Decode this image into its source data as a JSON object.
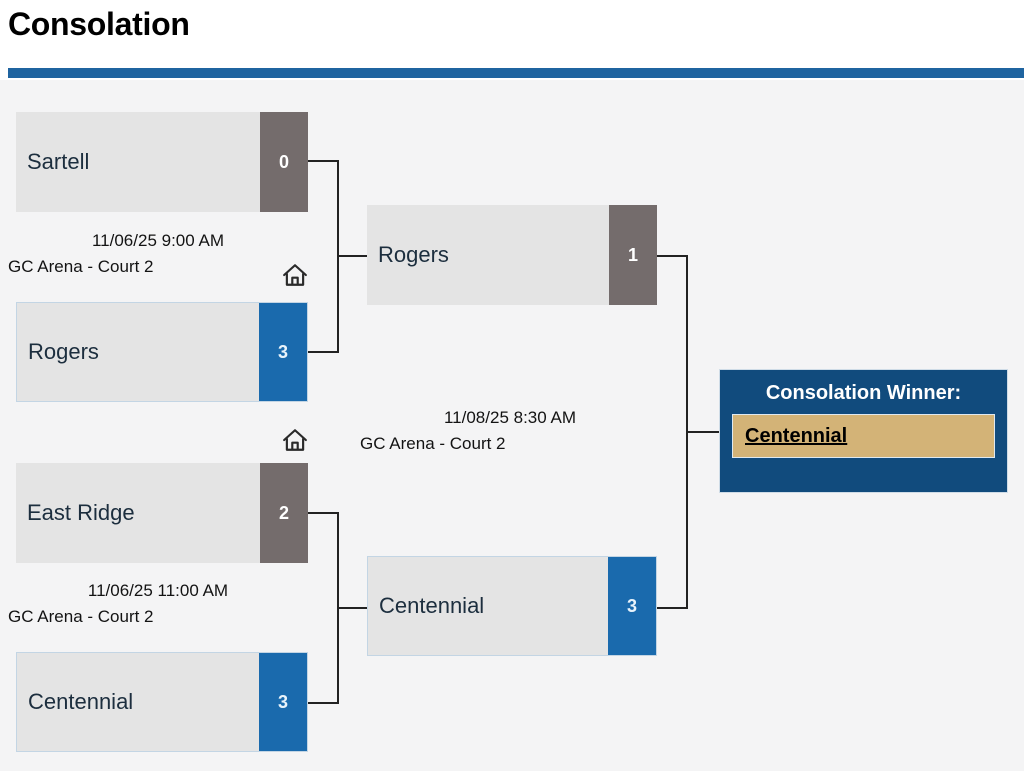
{
  "header": {
    "title": "Consolation"
  },
  "bracket": {
    "rounds": [
      {
        "name": "round-1",
        "matches": [
          {
            "id": "r1-m1",
            "datetime": "11/06/25 9:00 AM",
            "venue": "GC Arena - Court 2",
            "home_icon": "home-icon",
            "slots": [
              {
                "team": "Sartell",
                "score": "0",
                "result": "lose"
              },
              {
                "team": "Rogers",
                "score": "3",
                "result": "win"
              }
            ]
          },
          {
            "id": "r1-m2",
            "datetime": "11/06/25 11:00 AM",
            "venue": "GC Arena - Court 2",
            "home_icon": "home-icon",
            "slots": [
              {
                "team": "East Ridge",
                "score": "2",
                "result": "lose"
              },
              {
                "team": "Centennial",
                "score": "3",
                "result": "win"
              }
            ]
          }
        ]
      },
      {
        "name": "round-2",
        "matches": [
          {
            "id": "r2-m1",
            "datetime": "11/08/25 8:30 AM",
            "venue": "GC Arena - Court 2",
            "slots": [
              {
                "team": "Rogers",
                "score": "1",
                "result": "lose"
              },
              {
                "team": "Centennial",
                "score": "3",
                "result": "win"
              }
            ]
          }
        ]
      }
    ]
  },
  "winner_panel": {
    "heading": "Consolation Winner:",
    "team": "Centennial"
  },
  "colors": {
    "rule": "#1f64a0",
    "page_background": "#f4f4f5",
    "slot_background": "#e4e4e4",
    "score_win": "#1a6aad",
    "score_lose": "#746c6c",
    "winner_panel_background": "#114b7d",
    "winner_name_background": "#d3b377",
    "team_text": "#1c2e3e",
    "connector_line": "#222222"
  }
}
